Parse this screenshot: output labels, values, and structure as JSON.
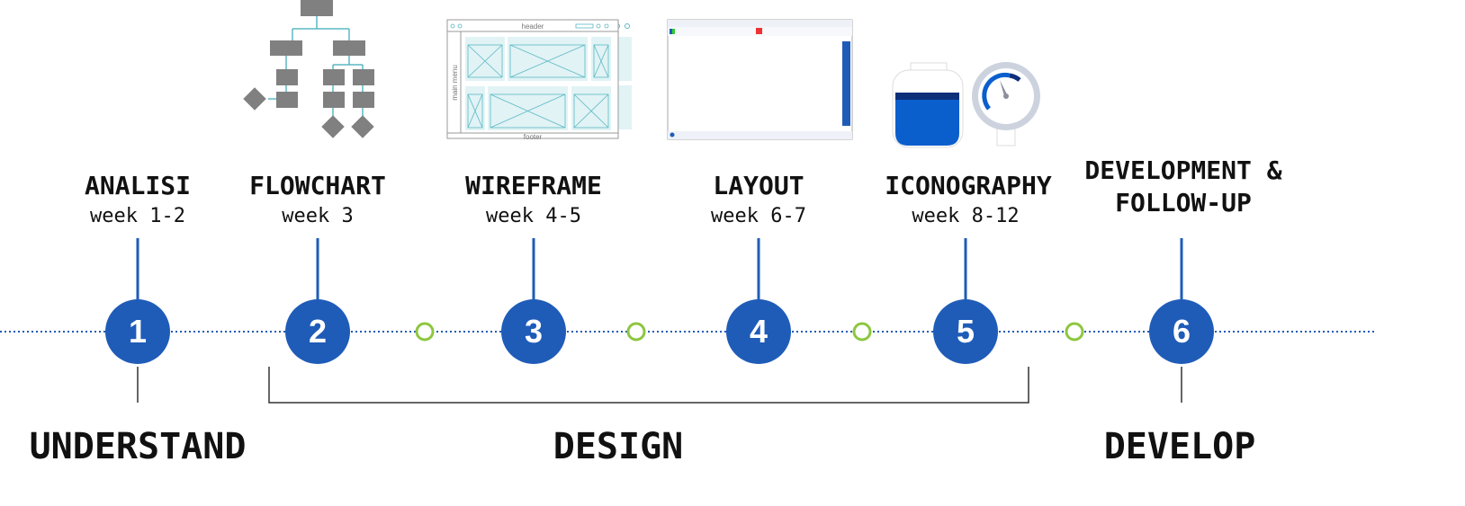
{
  "steps": [
    {
      "num": "1",
      "title": "ANALISI",
      "week": "week 1-2"
    },
    {
      "num": "2",
      "title": "FLOWCHART",
      "week": "week 3"
    },
    {
      "num": "3",
      "title": "WIREFRAME",
      "week": "week 4-5"
    },
    {
      "num": "4",
      "title": "LAYOUT",
      "week": "week 6-7"
    },
    {
      "num": "5",
      "title": "ICONOGRAPHY",
      "week": "week 8-12"
    },
    {
      "num": "6",
      "title": "DEVELOPMENT &",
      "title2": "FOLLOW-UP"
    }
  ],
  "phases": {
    "understand": "UNDERSTAND",
    "design": "DESIGN",
    "develop": "DEVELOP"
  },
  "wireframe": {
    "header": "header",
    "menu": "main menu",
    "footer": "footer"
  },
  "colors": {
    "blue": "#1f5cb8",
    "green": "#8dc63f",
    "gray": "#808080",
    "wire": "#5bb8c4"
  }
}
